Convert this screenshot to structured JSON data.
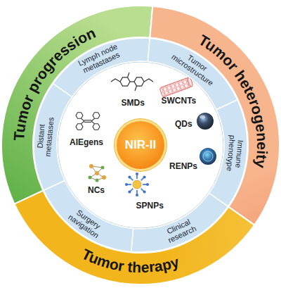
{
  "diagram": {
    "nodes": [
      {
        "text": [
          "Tumor progression"
        ]
      },
      {
        "text": [
          "Tumor heterogeneity"
        ]
      },
      {
        "text": [
          "Tumor therapy"
        ]
      },
      {
        "text": [
          "Lymph node metastases"
        ]
      },
      {
        "text": [
          "Tumor microstructure"
        ]
      },
      {
        "text": [
          "Immune phenotype"
        ]
      },
      {
        "text": [
          "Clinical research"
        ]
      },
      {
        "text": [
          "Surgery navigation"
        ]
      },
      {
        "text": [
          "Distant metastases"
        ]
      },
      {
        "text": [
          "NIR-II"
        ]
      }
    ],
    "labels": [
      "SMDs",
      "SWCNTs",
      "QDs",
      "RENPs",
      "SPNPs",
      "NCs",
      "AIEgens"
    ]
  }
}
